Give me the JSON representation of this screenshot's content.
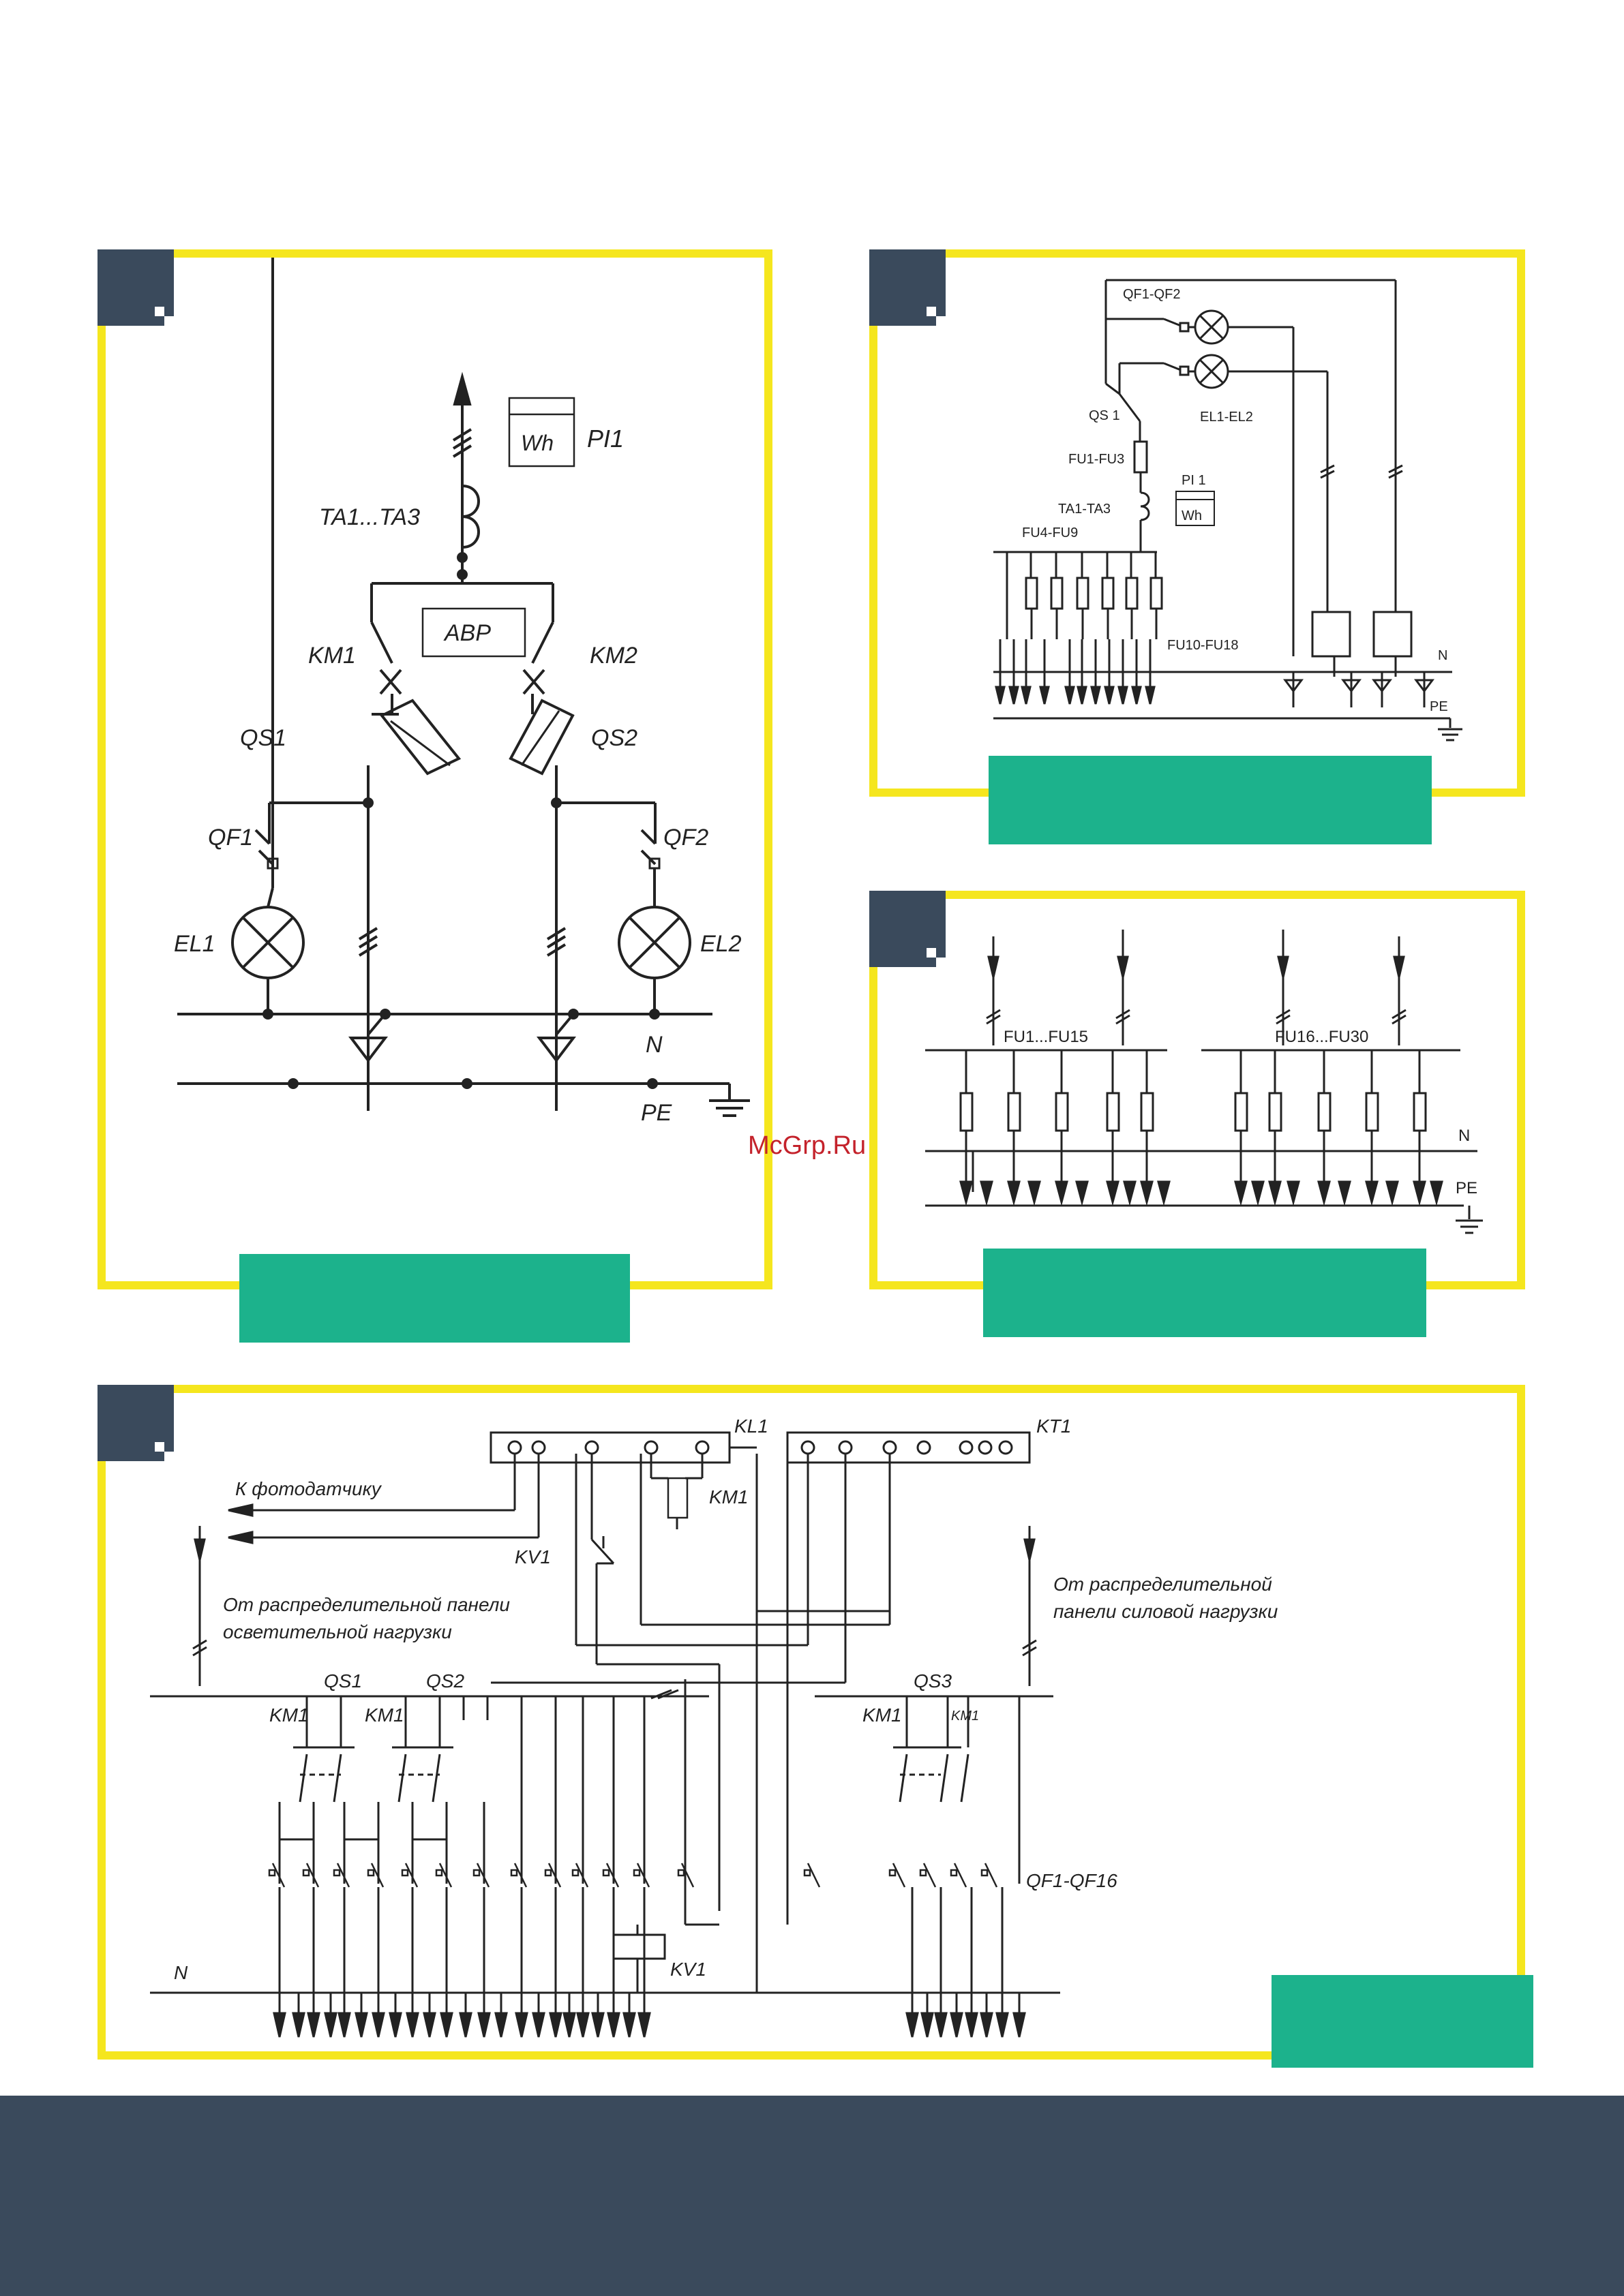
{
  "watermark": "McGrp.Ru",
  "colors": {
    "accent_yellow": "#f5e61e",
    "caption_green": "#1cb28c",
    "corner_slate": "#3a4a5c",
    "line": "#222222",
    "watermark_red": "#c4222b"
  },
  "diagram1": {
    "meter_label": "Wh",
    "meter_name": "PI1",
    "ct": "TA1...TA3",
    "avr": "АВР",
    "km1": "KM1",
    "km2": "KM2",
    "qs1": "QS1",
    "qs2": "QS2",
    "qf1": "QF1",
    "qf2": "QF2",
    "el1": "EL1",
    "el2": "EL2",
    "n": "N",
    "pe": "PE"
  },
  "diagram2": {
    "qf": "QF1-QF2",
    "qs": "QS 1",
    "el": "EL1-EL2",
    "fu13": "FU1-FU3",
    "pi": "PI 1",
    "wh": "Wh",
    "ta": "TA1-TA3",
    "fu49": "FU4-FU9",
    "fu1018": "FU10-FU18",
    "n": "N",
    "pe": "PE"
  },
  "diagram3": {
    "fu1": "FU1...FU15",
    "fu2": "FU16...FU30",
    "n": "N",
    "pe": "PE"
  },
  "diagram4": {
    "kl1": "KL1",
    "kt1": "KT1",
    "photo": "К фотодатчику",
    "km1_coil": "KM1",
    "kv1_contact": "KV1",
    "light_1": "От распределительной панели",
    "light_2": "осветительной нагрузки",
    "power_1": "От распределительной",
    "power_2": "панели силовой нагрузки",
    "qs1": "QS1",
    "qs2": "QS2",
    "qs3": "QS3",
    "km1_a": "KM1",
    "km1_b": "KM1",
    "km1_c": "KM1",
    "km1_d": "KM1",
    "qf": "QF1-QF16",
    "kv1_coil": "KV1",
    "n": "N"
  }
}
